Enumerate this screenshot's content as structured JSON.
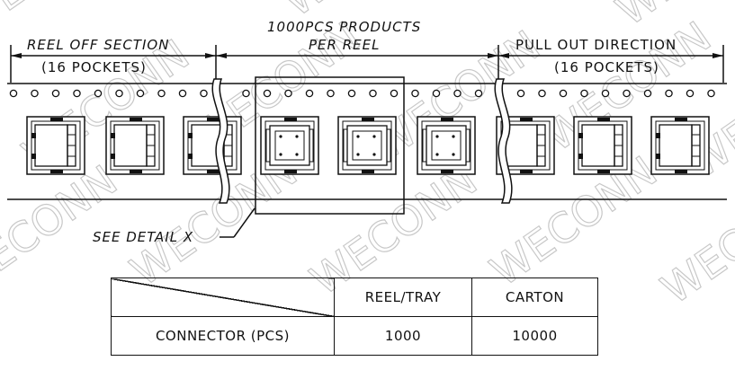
{
  "header": {
    "reel_off_section": "REEL OFF SECTION",
    "reel_off_pockets": "(16 POCKETS)",
    "products_line1": "1000PCS PRODUCTS",
    "products_line2": "PER REEL",
    "pull_out_direction": "PULL OUT DIRECTION",
    "pull_out_pockets": "(16 POCKETS)"
  },
  "callout": {
    "see_detail": "SEE DETAIL X"
  },
  "table": {
    "columns": [
      "REEL/TRAY",
      "CARTON"
    ],
    "rows": [
      {
        "label": "CONNECTOR (PCS)",
        "values": [
          "1000",
          "10000"
        ]
      }
    ]
  },
  "watermark": "WECONN",
  "colors": {
    "line": "#111111",
    "watermark": "#c8c8c8"
  }
}
